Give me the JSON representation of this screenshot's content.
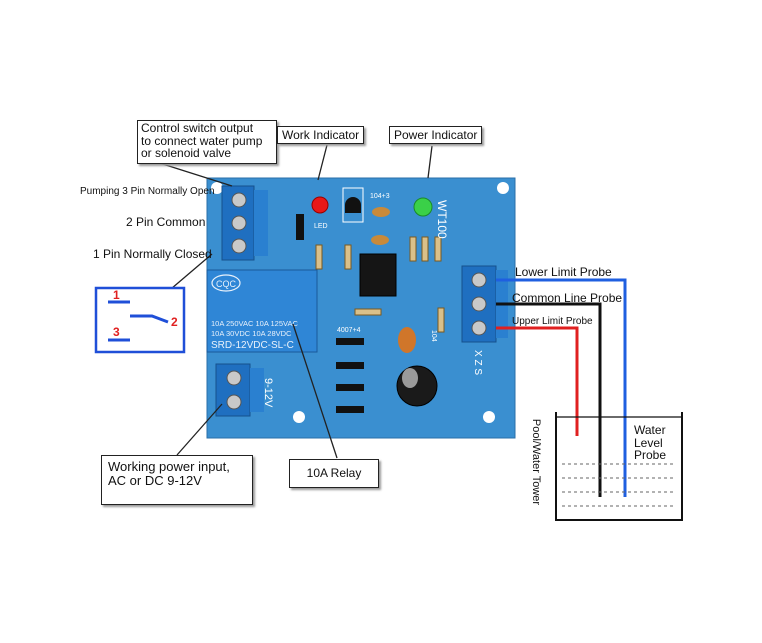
{
  "callouts": {
    "control_switch": "Control switch output\nto connect water pump\nor solenoid valve",
    "work_indicator": "Work Indicator",
    "power_indicator": "Power Indicator",
    "working_power": "Working power input,\nAC or DC 9-12V",
    "relay": "10A Relay"
  },
  "pin_labels": {
    "pin3": "Pumping 3 Pin Normally Open",
    "pin2": "2 Pin Common",
    "pin1": "1 Pin Normally Closed"
  },
  "probe_labels": {
    "lower": "Lower Limit Probe",
    "common": "Common Line Probe",
    "upper": "Upper Limit Probe"
  },
  "tank": {
    "vertical_label": "Pool/Water Tower",
    "probe_label": "Water\nLevel\nProbe"
  },
  "switch_diagram": {
    "n1": "1",
    "n2": "2",
    "n3": "3"
  },
  "board": {
    "model": "WT100",
    "relay_line1": "10A 250VAC  10A 125VAC",
    "relay_line2": "10A 30VDC  10A 28VDC",
    "relay_model": "SRD-12VDC-SL-C",
    "cqc": "CQC",
    "led_mark": "LED",
    "cap_mark": "104+3",
    "diode_mark": "4007+4",
    "voltage": "9-12V",
    "terminal_marks": "X Z S",
    "cap_small": "104"
  },
  "colors": {
    "board": "#3a8fd0",
    "terminal": "#1f6fc0",
    "probe_red": "#e02020",
    "probe_blue": "#1f5fe0",
    "probe_black": "#111111"
  }
}
